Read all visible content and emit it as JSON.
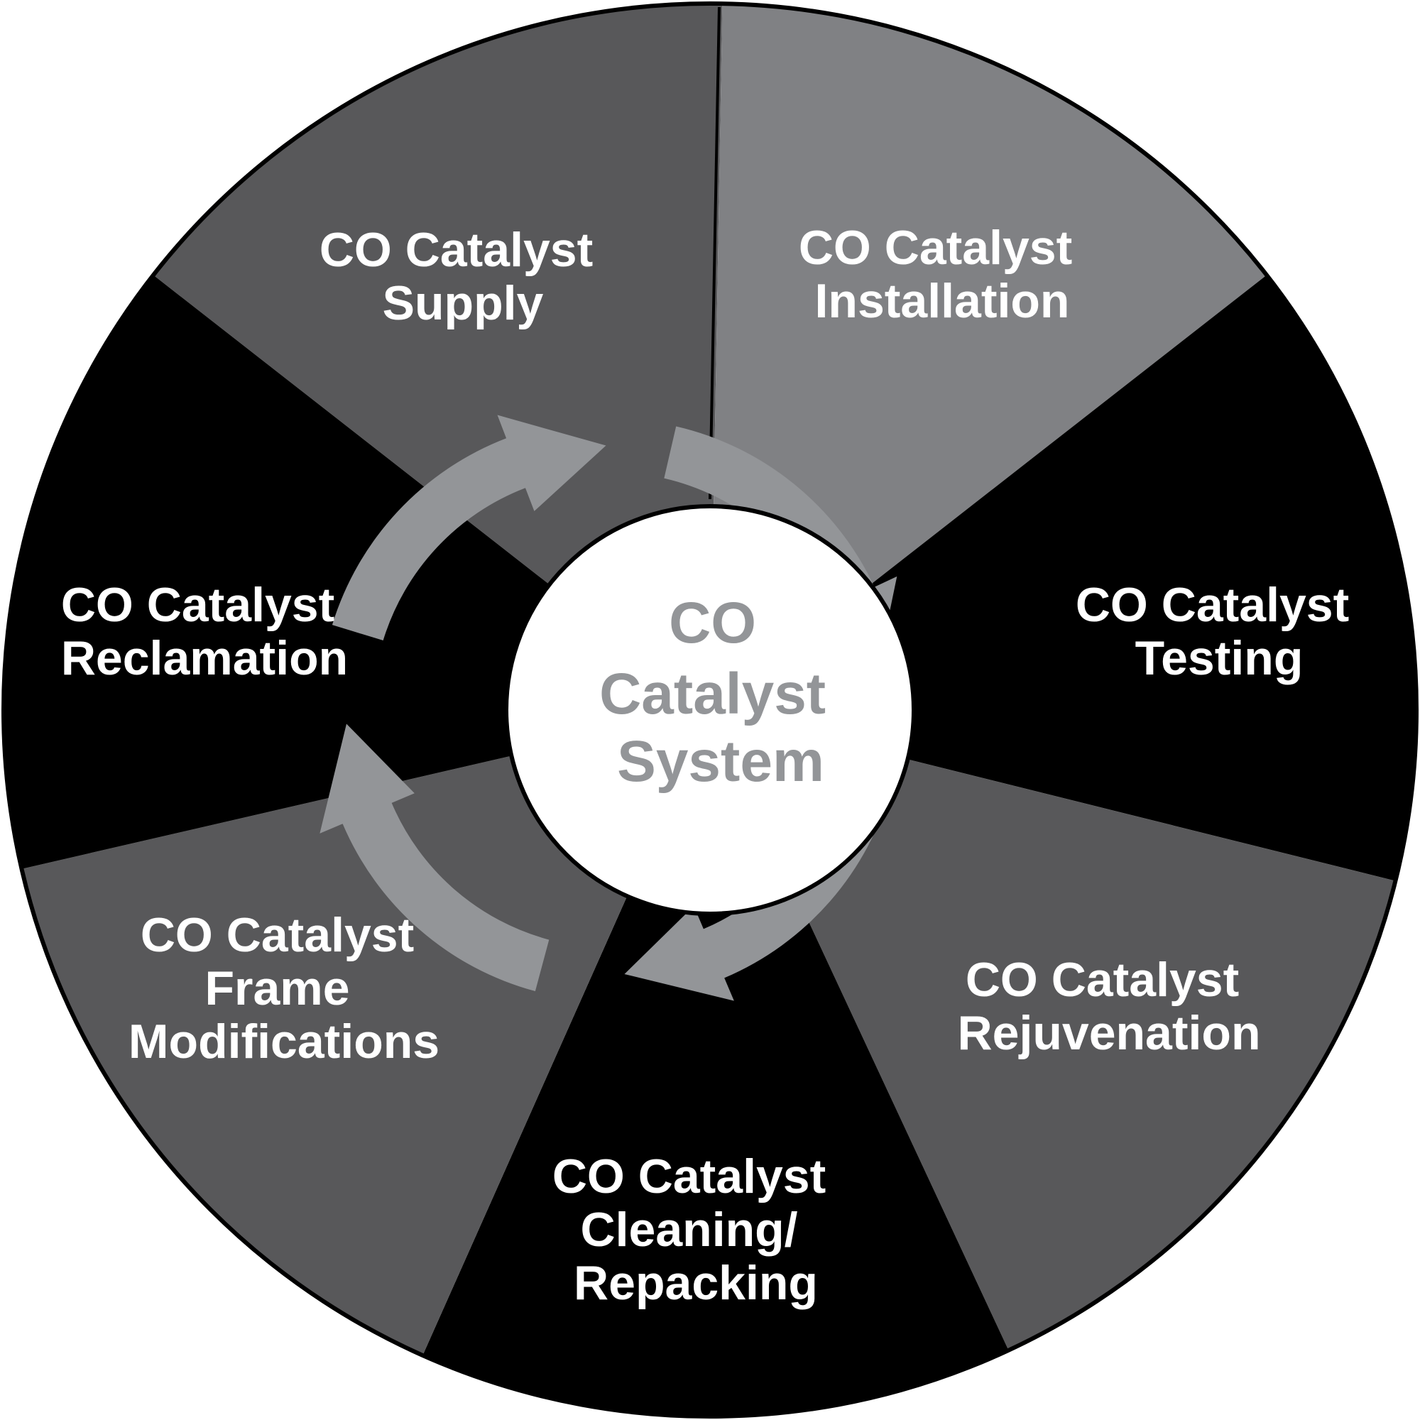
{
  "center": {
    "lines": [
      "CO",
      "Catalyst",
      "System"
    ],
    "text_color": "#939598"
  },
  "segments": [
    {
      "id": "supply",
      "lines": [
        "CO Catalyst",
        "Supply"
      ],
      "color": "#58585a"
    },
    {
      "id": "installation",
      "lines": [
        "CO Catalyst",
        "Installation"
      ],
      "color": "#808184"
    },
    {
      "id": "testing",
      "lines": [
        "CO Catalyst",
        "Testing"
      ],
      "color": "#000000"
    },
    {
      "id": "rejuvenation",
      "lines": [
        "CO Catalyst",
        "Rejuvenation"
      ],
      "color": "#58585a"
    },
    {
      "id": "cleaning",
      "lines": [
        "CO Catalyst",
        "Cleaning/",
        "Repacking"
      ],
      "color": "#000000"
    },
    {
      "id": "frame",
      "lines": [
        "CO Catalyst",
        "Frame",
        "Modifications"
      ],
      "color": "#58585a"
    },
    {
      "id": "reclamation",
      "lines": [
        "CO Catalyst",
        "Reclamation"
      ],
      "color": "#000000"
    }
  ],
  "arrows": {
    "count": 4,
    "color": "#939598",
    "direction": "clockwise"
  },
  "colors": {
    "outline": "#000000",
    "hub_fill": "#ffffff",
    "label_text": "#ffffff"
  }
}
